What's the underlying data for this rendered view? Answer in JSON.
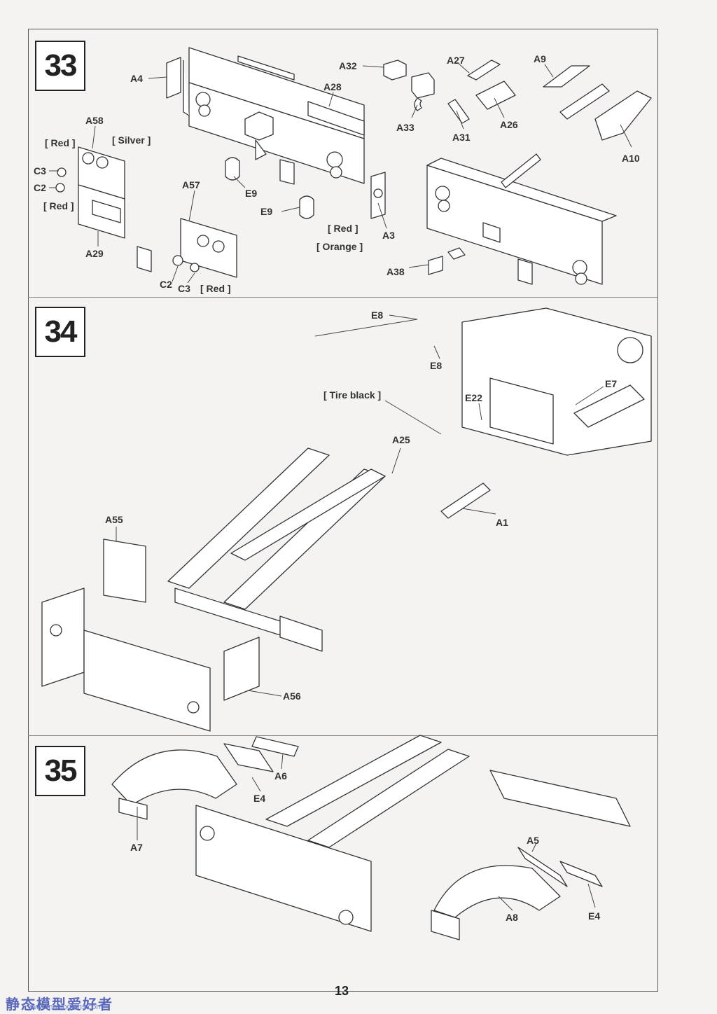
{
  "page": {
    "number": "13"
  },
  "steps": [
    {
      "number": "33",
      "labels": {
        "a4": "A4",
        "a28": "A28",
        "a32": "A32",
        "a33": "A33",
        "a27": "A27",
        "a31": "A31",
        "a26": "A26",
        "a9": "A9",
        "a10": "A10",
        "a58": "A58",
        "red_1": "[ Red ]",
        "silver": "[ Silver ]",
        "c3_1": "C3",
        "c2_1": "C2",
        "red_2": "[ Red ]",
        "a29": "A29",
        "a57": "A57",
        "e9_1": "E9",
        "e9_2": "E9",
        "red_3": "[ Red ]",
        "a3": "A3",
        "orange": "[ Orange ]",
        "a38": "A38",
        "c2_2": "C2",
        "c3_2": "C3",
        "red_4": "[ Red ]"
      }
    },
    {
      "number": "34",
      "labels": {
        "e8_1": "E8",
        "e8_2": "E8",
        "tire_black": "[ Tire black ]",
        "e22": "E22",
        "e7": "E7",
        "a25": "A25",
        "a1": "A1",
        "a55": "A55",
        "a56": "A56"
      }
    },
    {
      "number": "35",
      "labels": {
        "a6": "A6",
        "e4_1": "E4",
        "a7": "A7",
        "a5": "A5",
        "a8": "A8",
        "e4_2": "E4"
      }
    }
  ],
  "watermark": {
    "name": "静态模型爱好者",
    "url": "www.moxingfans.com"
  }
}
